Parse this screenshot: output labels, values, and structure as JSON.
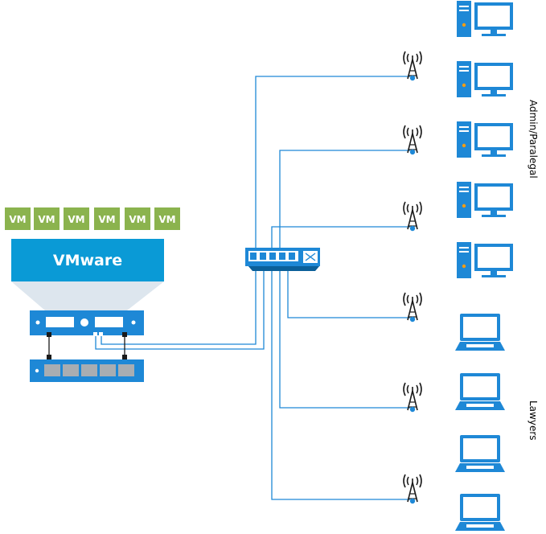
{
  "vm_label": "VM",
  "vm_count": 6,
  "hypervisor_label": "VMware",
  "group_labels": {
    "admin": "Admin/Paralegal",
    "lawyers": "Lawyers"
  },
  "colors": {
    "vm_green": "#8bb34e",
    "vmware_blue": "#0a9ad6",
    "device_blue": "#1e88d6",
    "cable_blue": "#1e88d6",
    "projection_gray": "#dde6ee",
    "server_gray": "#a8adb2",
    "antenna_black": "#1a1a1a"
  },
  "icons": {
    "desktop": "desktop-computer-icon",
    "laptop": "laptop-icon",
    "antenna": "wireless-antenna-icon",
    "switch": "network-switch-icon",
    "server": "server-icon",
    "storage": "storage-array-icon"
  },
  "devices": {
    "desktops": 5,
    "laptops": 4,
    "access_points": 6
  }
}
